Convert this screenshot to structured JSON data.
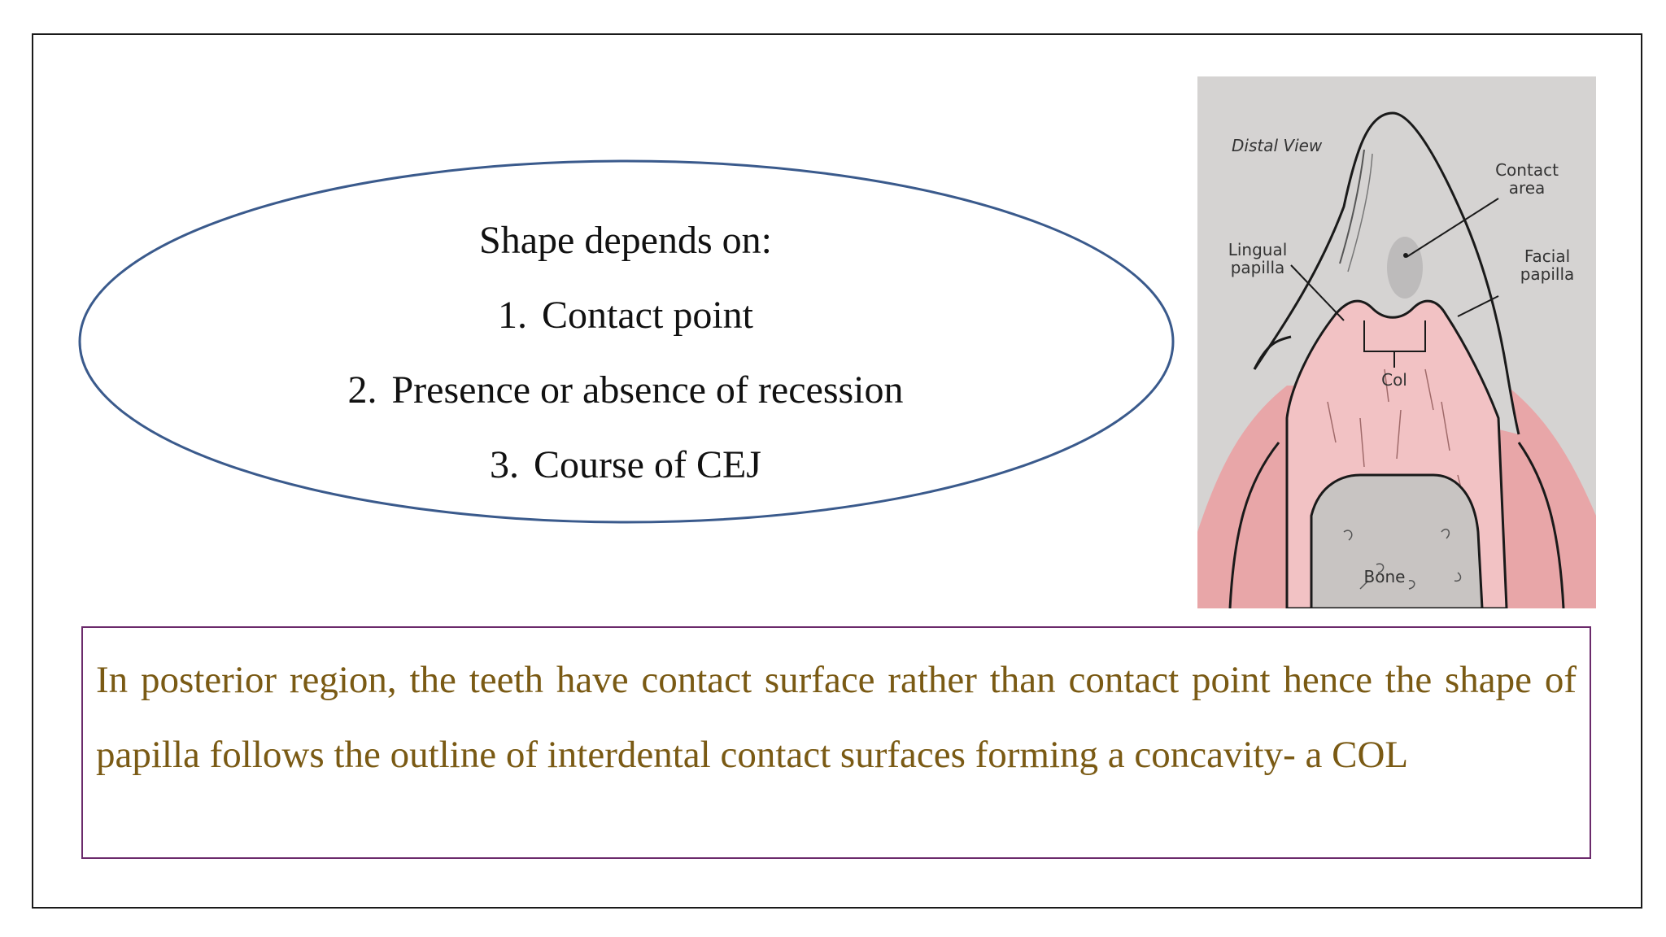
{
  "ellipse": {
    "heading": "Shape depends on:",
    "items": [
      {
        "num": "1.",
        "text": "Contact point"
      },
      {
        "num": "2.",
        "text": "Presence or absence of recession"
      },
      {
        "num": "3.",
        "text": "Course of CEJ"
      }
    ]
  },
  "diagram": {
    "title": "Distal View",
    "contact_area": "Contact area",
    "lingual_papilla": "Lingual papilla",
    "facial_papilla": "Facial papilla",
    "col": "Col",
    "bone": "Bone"
  },
  "note": {
    "text": "In posterior region, the teeth have contact surface rather than contact point hence the shape of papilla follows the outline of interdental contact surfaces forming a concavity- a COL"
  },
  "colors": {
    "ellipse_stroke": "#3a5a8c",
    "note_text": "#7a5a14",
    "note_border": "#6b2a6b",
    "gingiva": "#e8a6a8"
  }
}
